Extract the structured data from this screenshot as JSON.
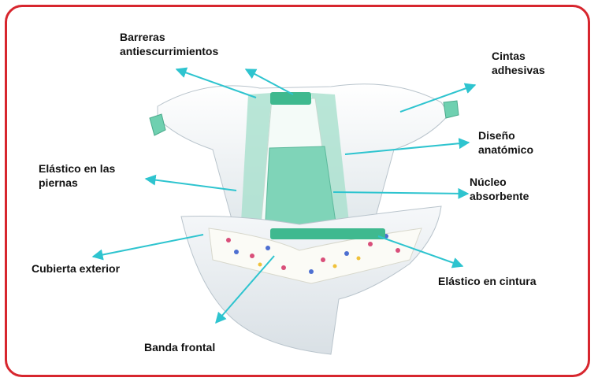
{
  "colors": {
    "border": "#d7262e",
    "arrow": "#2ec4cf",
    "core": "#7fd4b8",
    "band": "#3fb98f"
  },
  "labels": {
    "barreras": "Barreras\nantiescurrimientos",
    "cintas": "Cintas\nadhesivas",
    "diseno": "Diseño\nanatómico",
    "elastico_piernas": "Elástico en las\npiernas",
    "nucleo": "Núcleo\nabsorbente",
    "cubierta": "Cubierta exterior",
    "elastico_cintura": "Elástico en cintura",
    "banda": "Banda frontal"
  }
}
